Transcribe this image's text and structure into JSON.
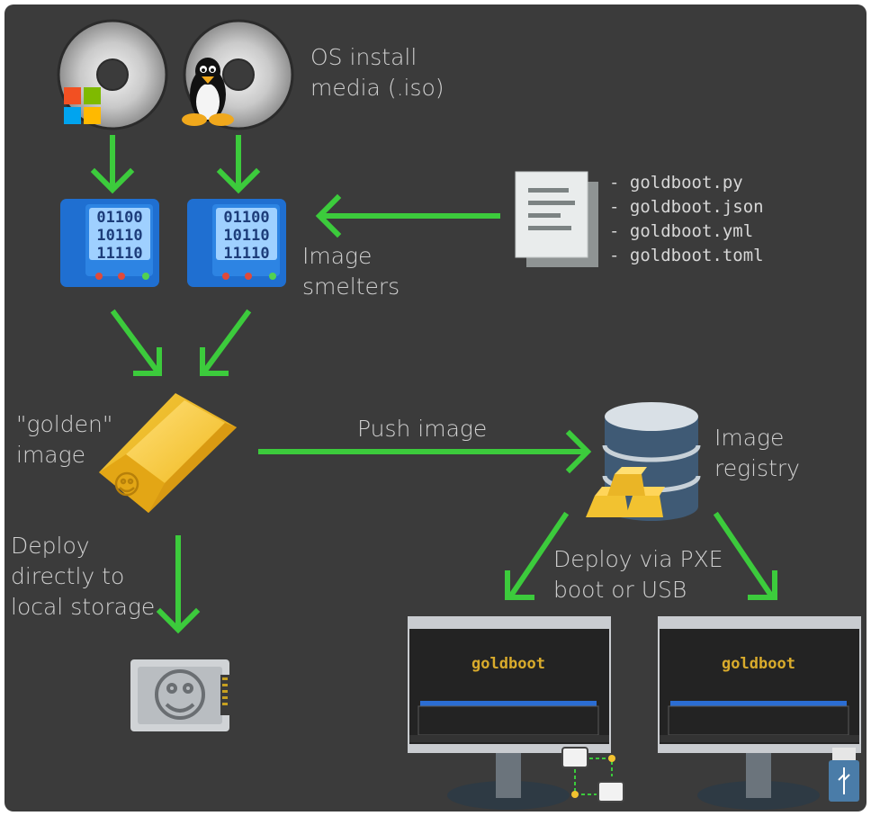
{
  "labels": {
    "os_install_media": "OS install\nmedia (.iso)",
    "image_smelters": "Image\nsmelters",
    "golden_image": "\"golden\"\nimage",
    "push_image": "Push image",
    "image_registry": "Image\nregistry",
    "deploy_local": "Deploy\ndirectly to\nlocal storage",
    "deploy_pxe_usb": "Deploy via PXE\nboot or USB"
  },
  "config_files": [
    "- goldboot.py",
    "- goldboot.json",
    "- goldboot.yml",
    "- goldboot.toml"
  ],
  "smelter_display": [
    "01100",
    "10110",
    "11110"
  ],
  "monitor_brand": "goldboot",
  "colors": {
    "background": "#3b3b3b",
    "arrow": "#3ccb3c",
    "text": "#cfcfcf",
    "gold": "#f2c230",
    "smelter_blue": "#1f6fd1"
  }
}
